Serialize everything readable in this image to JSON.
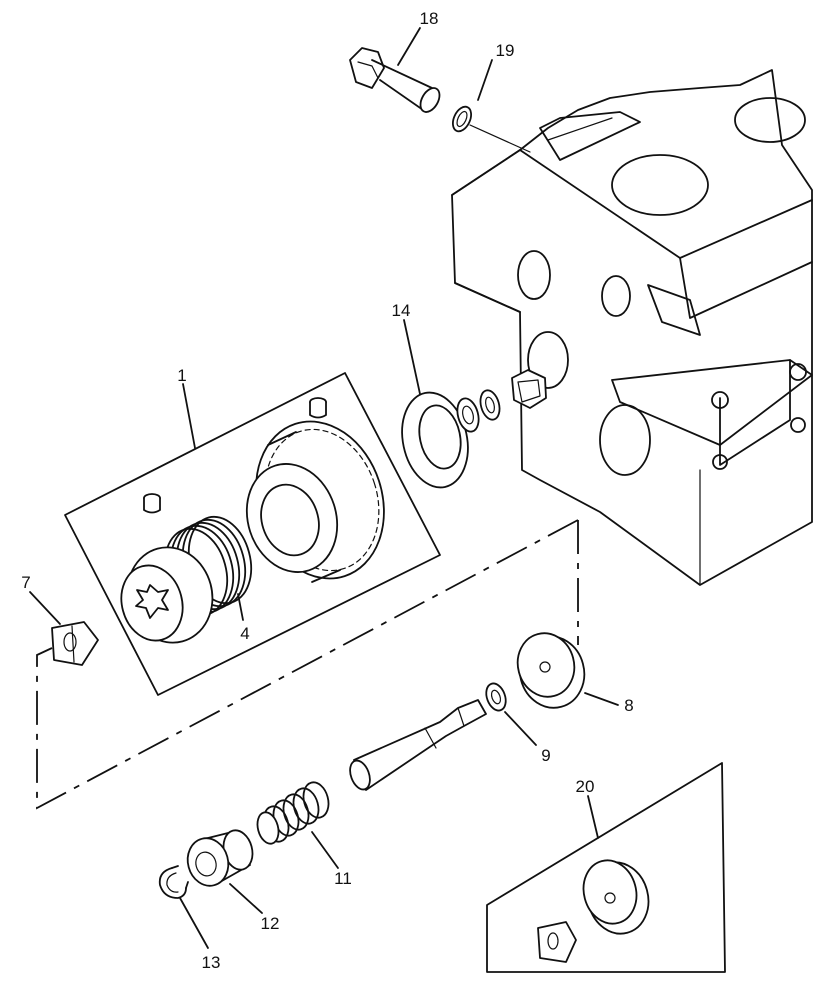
{
  "callouts": [
    "1",
    "4",
    "7",
    "8",
    "9",
    "11",
    "12",
    "13",
    "14",
    "18",
    "19",
    "20"
  ]
}
